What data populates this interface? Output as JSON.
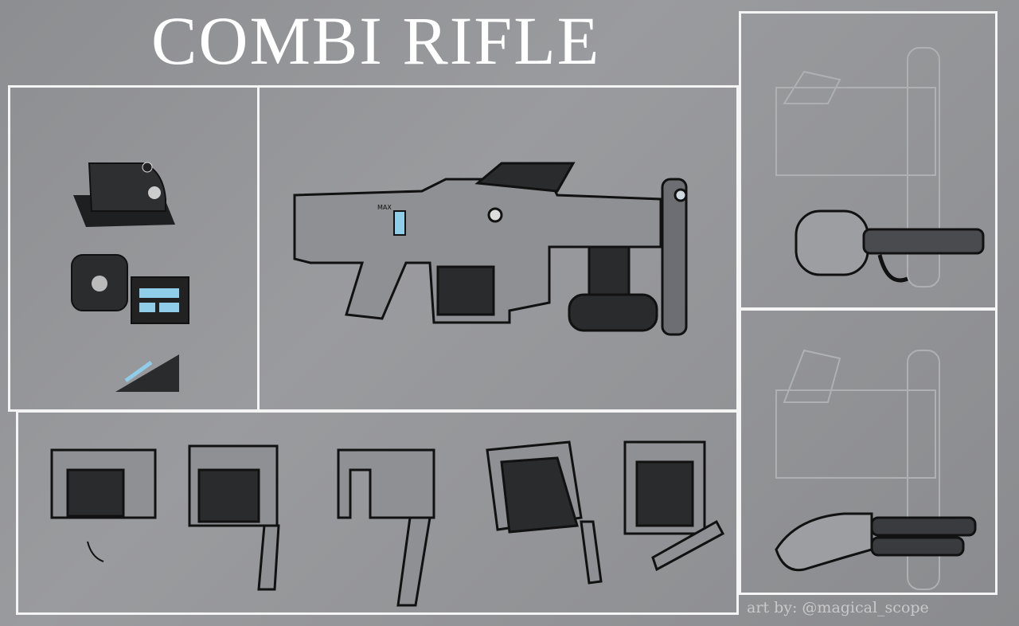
{
  "title": "COMBI RIFLE",
  "gun_marking": "MAX",
  "credit": "art by: @magical_scope",
  "colors": {
    "background": "#909194",
    "frame": "#f4f4f4",
    "title": "#ffffff",
    "metal_dark": "#2a2b2d",
    "metal_light": "#b8b9bc",
    "accent_blue": "#8fcde8"
  }
}
